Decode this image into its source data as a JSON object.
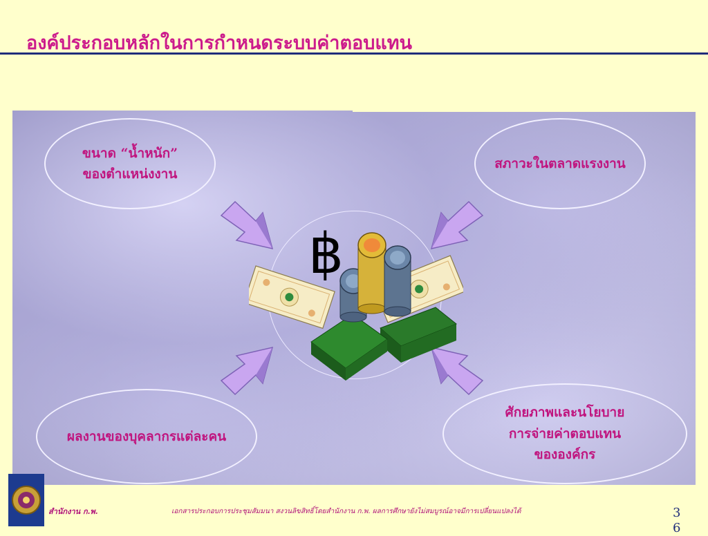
{
  "title": "องค์ประกอบหลักในการกำหนดระบบค่าตอบแทน",
  "ovals": {
    "top_left": "ขนาด “น้ำหนัก”\nของตำแหน่งงาน",
    "top_right": "สภาวะในตลาดแรงงาน",
    "bottom_left": "ผลงานของบุคลากรแต่ละคน",
    "bottom_right": "ศักยภาพและนโยบาย\nการจ่ายค่าตอบแทน\nขององค์กร"
  },
  "center": {
    "currency_symbol": "฿",
    "icon": "money-icon"
  },
  "footer": {
    "org": "สำนักงาน ก.พ.",
    "note": "เอกสารประกอบการประชุมสัมมนา สงวนลิขสิทธิ์โดยสำนักงาน ก.พ. ผลการศึกษายังไม่สมบูรณ์อาจมีการเปลี่ยนแปลงได้",
    "page_number": "36"
  },
  "colors": {
    "title": "#cc1b8c",
    "rule": "#1f2c7a",
    "background": "#ffffcc",
    "panel": "#8f8cb8",
    "oval_text": "#c0157f",
    "arrow": "#c9a6f0"
  }
}
